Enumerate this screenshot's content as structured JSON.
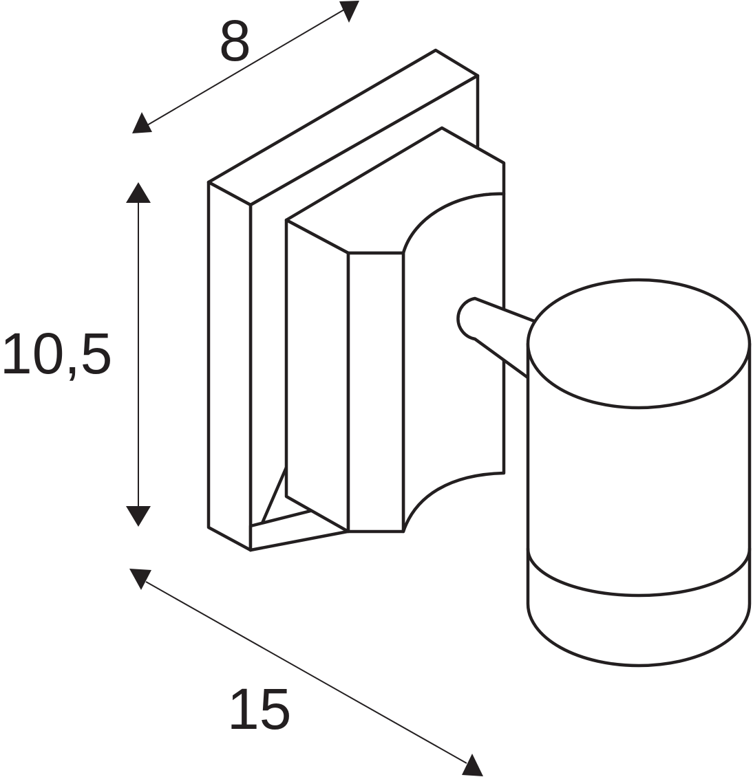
{
  "dimensions": {
    "depth": "8",
    "height": "10,5",
    "width": "15"
  },
  "colors": {
    "line": "#231f20",
    "background": "#ffffff"
  }
}
